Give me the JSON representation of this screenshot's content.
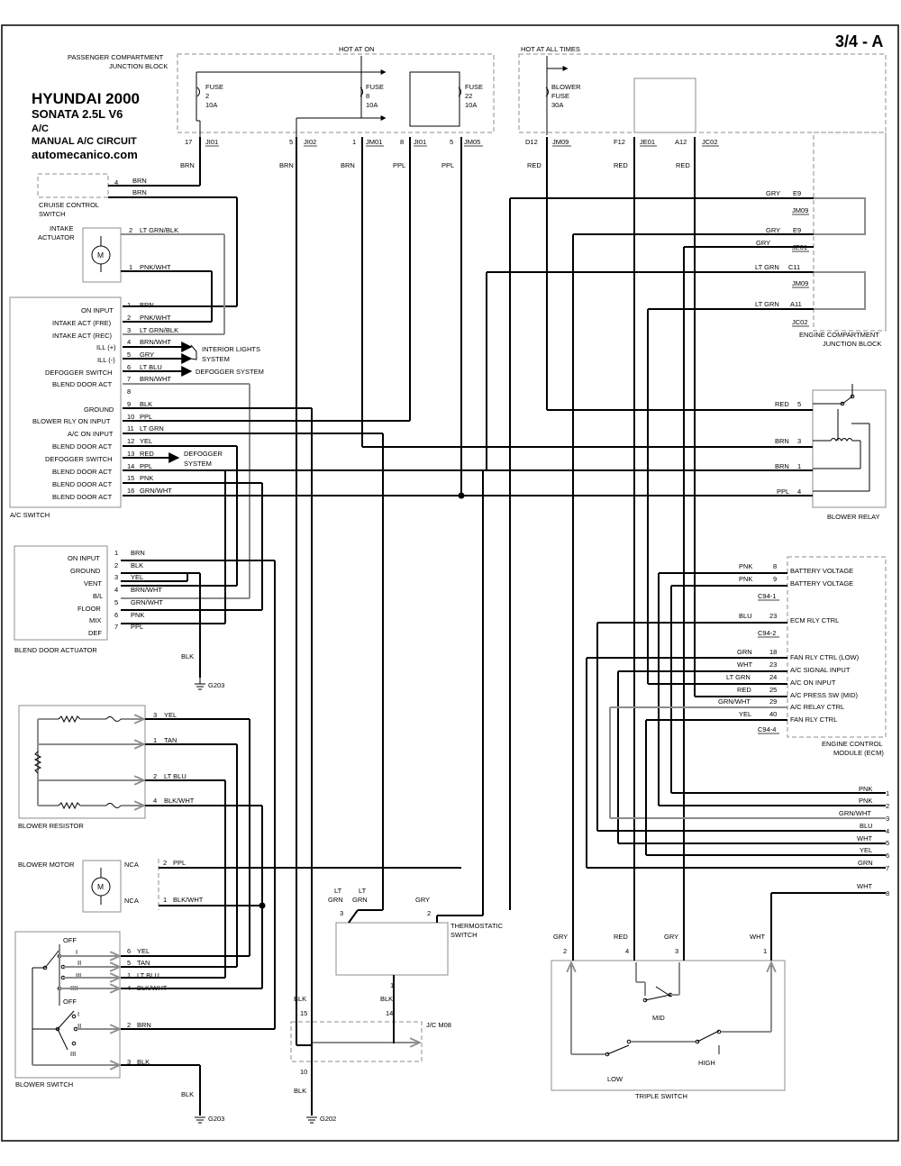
{
  "header": {
    "page_code": "3/4 - A",
    "brand": "HYUNDAI 2000",
    "model": "SONATA 2.5L V6",
    "system": "A/C",
    "circuit": "MANUAL A/C CIRCUIT",
    "site": "automecanico.com"
  },
  "top": {
    "hot_at_on": "HOT AT ON",
    "hot_at_all_times": "HOT AT ALL TIMES",
    "pcjb_line1": "PASSENGER COMPARTMENT",
    "pcjb_line2": "JUNCTION BLOCK",
    "fuses": [
      {
        "l1": "FUSE",
        "l2": "2",
        "l3": "10A"
      },
      {
        "l1": "FUSE",
        "l2": "8",
        "l3": "10A"
      },
      {
        "l1": "FUSE",
        "l2": "22",
        "l3": "10A"
      },
      {
        "l1": "BLOWER",
        "l2": "FUSE",
        "l3": "30A"
      }
    ],
    "pins": [
      {
        "num": "17",
        "conn": "JI01",
        "color": "BRN"
      },
      {
        "num": "5",
        "conn": "JI02",
        "color": "BRN"
      },
      {
        "num": "1",
        "conn": "JM01",
        "color": "BRN"
      },
      {
        "num": "8",
        "conn": "JI01",
        "color": "PPL"
      },
      {
        "num": "5",
        "conn": "JM05",
        "color": "PPL"
      },
      {
        "num": "D12",
        "conn": "JM09",
        "color": "RED"
      },
      {
        "num": "F12",
        "conn": "JE01",
        "color": "RED"
      },
      {
        "num": "A12",
        "conn": "JC02",
        "color": "RED"
      }
    ]
  },
  "cruise": {
    "label1": "CRUISE CONTROL",
    "label2": "SWITCH",
    "pin": "4",
    "w1": "BRN",
    "w2": "BRN"
  },
  "intake": {
    "label1": "INTAKE",
    "label2": "ACTUATOR",
    "motor": "M",
    "p2": "2",
    "w2": "LT GRN/BLK",
    "p1": "1",
    "w1": "PNK/WHT"
  },
  "ac_switch": {
    "name": "A/C SWITCH",
    "rows": [
      {
        "fn": "ON INPUT",
        "pin": "1",
        "wire": "BRN"
      },
      {
        "fn": "INTAKE ACT (FRE)",
        "pin": "2",
        "wire": "PNK/WHT"
      },
      {
        "fn": "INTAKE ACT (REC)",
        "pin": "3",
        "wire": "LT GRN/BLK"
      },
      {
        "fn": "ILL (+)",
        "pin": "4",
        "wire": "BRN/WHT"
      },
      {
        "fn": "ILL (-)",
        "pin": "5",
        "wire": "GRY"
      },
      {
        "fn": "DEFOGGER SWITCH",
        "pin": "6",
        "wire": "LT BLU"
      },
      {
        "fn": "BLEND DOOR ACT",
        "pin": "7",
        "wire": "BRN/WHT"
      },
      {
        "fn": "",
        "pin": "8",
        "wire": ""
      },
      {
        "fn": "GROUND",
        "pin": "9",
        "wire": "BLK"
      },
      {
        "fn": "BLOWER RLY ON INPUT",
        "pin": "10",
        "wire": "PPL"
      },
      {
        "fn": "A/C ON INPUT",
        "pin": "11",
        "wire": "LT GRN"
      },
      {
        "fn": "BLEND DOOR ACT",
        "pin": "12",
        "wire": "YEL"
      },
      {
        "fn": "DEFOGGER SWITCH",
        "pin": "13",
        "wire": "RED"
      },
      {
        "fn": "BLEND DOOR ACT",
        "pin": "14",
        "wire": "PPL"
      },
      {
        "fn": "BLEND DOOR ACT",
        "pin": "15",
        "wire": "PNK"
      },
      {
        "fn": "BLEND DOOR ACT",
        "pin": "16",
        "wire": "GRN/WHT"
      }
    ],
    "interior_lights1": "INTERIOR LIGHTS",
    "interior_lights2": "SYSTEM",
    "defogger_system": "DEFOGGER SYSTEM",
    "defogger2a": "DEFOGGER",
    "defogger2b": "SYSTEM"
  },
  "blend": {
    "name": "BLEND DOOR ACTUATOR",
    "rows": [
      {
        "fn": "ON INPUT",
        "pin": "1",
        "wire": "BRN"
      },
      {
        "fn": "GROUND",
        "pin": "2",
        "wire": "BLK"
      },
      {
        "fn": "VENT",
        "pin": "3",
        "wire": "YEL"
      },
      {
        "fn": "B/L",
        "pin": "4",
        "wire": "BRN/WHT"
      },
      {
        "fn": "FLOOR",
        "pin": "5",
        "wire": "GRN/WHT"
      },
      {
        "fn": "MIX",
        "pin": "6",
        "wire": "PNK"
      },
      {
        "fn": "DEF",
        "pin": "7",
        "wire": "PPL"
      }
    ],
    "gnd_wire": "BLK",
    "gnd": "G203"
  },
  "ecjb": {
    "line1": "ENGINE COMPARTMENT",
    "line2": "JUNCTION BLOCK",
    "rows": [
      {
        "wire": "GRY",
        "pin": "E9",
        "conn": "JM09"
      },
      {
        "wire": "GRY",
        "pin": "E9",
        "conn": "JE01"
      },
      {
        "wire": "GRY",
        "pin": "",
        "conn": ""
      },
      {
        "wire": "LT GRN",
        "pin": "C11",
        "conn": "JM09"
      },
      {
        "wire": "LT GRN",
        "pin": "A11",
        "conn": "JC02"
      }
    ]
  },
  "relay": {
    "name": "BLOWER RELAY",
    "rows": [
      {
        "wire": "RED",
        "pin": "5"
      },
      {
        "wire": "BRN",
        "pin": "3"
      },
      {
        "wire": "BRN",
        "pin": "1"
      },
      {
        "wire": "PPL",
        "pin": "4"
      }
    ]
  },
  "ecm": {
    "name1": "ENGINE CONTROL",
    "name2": "MODULE (ECM)",
    "rows": [
      {
        "wire": "PNK",
        "pin": "8",
        "fn": "BATTERY VOLTAGE"
      },
      {
        "wire": "PNK",
        "pin": "9",
        "fn": "BATTERY VOLTAGE"
      },
      {
        "wire": "BLU",
        "pin": "23",
        "fn": "ECM RLY CTRL"
      },
      {
        "wire": "GRN",
        "pin": "18",
        "fn": "FAN RLY CTRL (LOW)"
      },
      {
        "wire": "WHT",
        "pin": "23",
        "fn": "A/C SIGNAL INPUT"
      },
      {
        "wire": "LT GRN",
        "pin": "24",
        "fn": "A/C ON INPUT"
      },
      {
        "wire": "RED",
        "pin": "25",
        "fn": "A/C PRESS SW (MID)"
      },
      {
        "wire": "GRN/WHT",
        "pin": "29",
        "fn": "A/C RELAY CTRL"
      },
      {
        "wire": "YEL",
        "pin": "40",
        "fn": "FAN RLY CTRL"
      }
    ],
    "c1": "C94-1",
    "c2": "C94-2",
    "c4": "C94-4"
  },
  "right_bus": [
    {
      "wire": "PNK",
      "num": "1"
    },
    {
      "wire": "PNK",
      "num": "2"
    },
    {
      "wire": "GRN/WHT",
      "num": "3"
    },
    {
      "wire": "BLU",
      "num": "4"
    },
    {
      "wire": "WHT",
      "num": "5"
    },
    {
      "wire": "YEL",
      "num": "6"
    },
    {
      "wire": "GRN",
      "num": "7"
    },
    {
      "wire": "WHT",
      "num": "8"
    }
  ],
  "resistor": {
    "name": "BLOWER RESISTOR",
    "rows": [
      {
        "pin": "3",
        "wire": "YEL"
      },
      {
        "pin": "1",
        "wire": "TAN"
      },
      {
        "pin": "2",
        "wire": "LT BLU"
      },
      {
        "pin": "4",
        "wire": "BLK/WHT"
      }
    ]
  },
  "motor": {
    "name": "BLOWER MOTOR",
    "m": "M",
    "nca1": "NCA",
    "nca2": "NCA",
    "p2": "2",
    "w2": "PPL",
    "p1": "1",
    "w1": "BLK/WHT"
  },
  "bswitch": {
    "name": "BLOWER SWITCH",
    "off1": "OFF",
    "off2": "OFF",
    "pos": [
      "I",
      "II",
      "III",
      "IIII"
    ],
    "pos2": [
      "I",
      "II",
      "III"
    ],
    "rows": [
      {
        "pin": "6",
        "wire": "YEL"
      },
      {
        "pin": "5",
        "wire": "TAN"
      },
      {
        "pin": "1",
        "wire": "LT BLU"
      },
      {
        "pin": "4",
        "wire": "BLK/WHT"
      },
      {
        "pin": "2",
        "wire": "BRN"
      },
      {
        "pin": "3",
        "wire": "BLK"
      }
    ],
    "gnd_wire": "BLK",
    "gnd": "G203"
  },
  "thermo": {
    "name1": "THERMOSTATIC",
    "name2": "SWITCH",
    "w3a": "LT",
    "w3b": "GRN",
    "w3c": "LT",
    "w3d": "GRN",
    "p3": "3",
    "w2": "GRY",
    "p2": "2",
    "p1": "1",
    "w1": "BLK"
  },
  "jc": {
    "name": "J/C M08",
    "p15": "15",
    "w15": "BLK",
    "p14": "14",
    "p10": "10",
    "w10": "BLK",
    "gnd": "G202"
  },
  "triple": {
    "name": "TRIPLE SWITCH",
    "mid": "MID",
    "low": "LOW",
    "high": "HIGH",
    "pins": [
      {
        "wire": "GRY",
        "pin": "2"
      },
      {
        "wire": "RED",
        "pin": "4"
      },
      {
        "wire": "GRY",
        "pin": "3"
      },
      {
        "wire": "WHT",
        "pin": "1"
      }
    ]
  }
}
